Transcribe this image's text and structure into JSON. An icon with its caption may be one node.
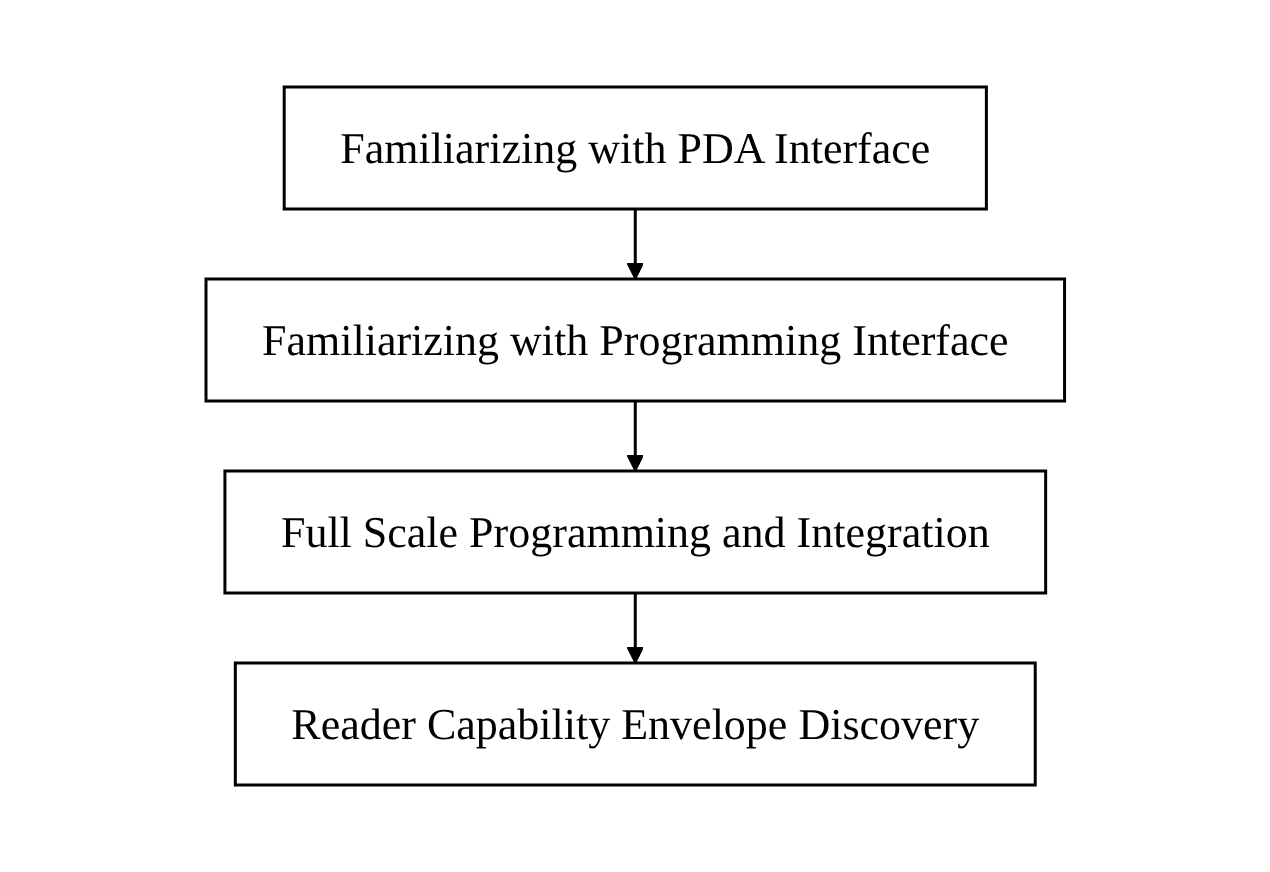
{
  "diagram": {
    "nodes": [
      {
        "text": [
          "Familiarizing with PDA Interface"
        ]
      },
      {
        "text": [
          "Familiarizing with Programming Interface"
        ]
      },
      {
        "text": [
          "Full Scale Programming and Integration"
        ]
      },
      {
        "text": [
          "Reader Capability Envelope Discovery"
        ]
      }
    ],
    "edges": [
      {
        "from": 0,
        "to": 1,
        "arrow": "to"
      },
      {
        "from": 1,
        "to": 2,
        "arrow": "to"
      },
      {
        "from": 2,
        "to": 3,
        "arrow": "to"
      }
    ]
  }
}
